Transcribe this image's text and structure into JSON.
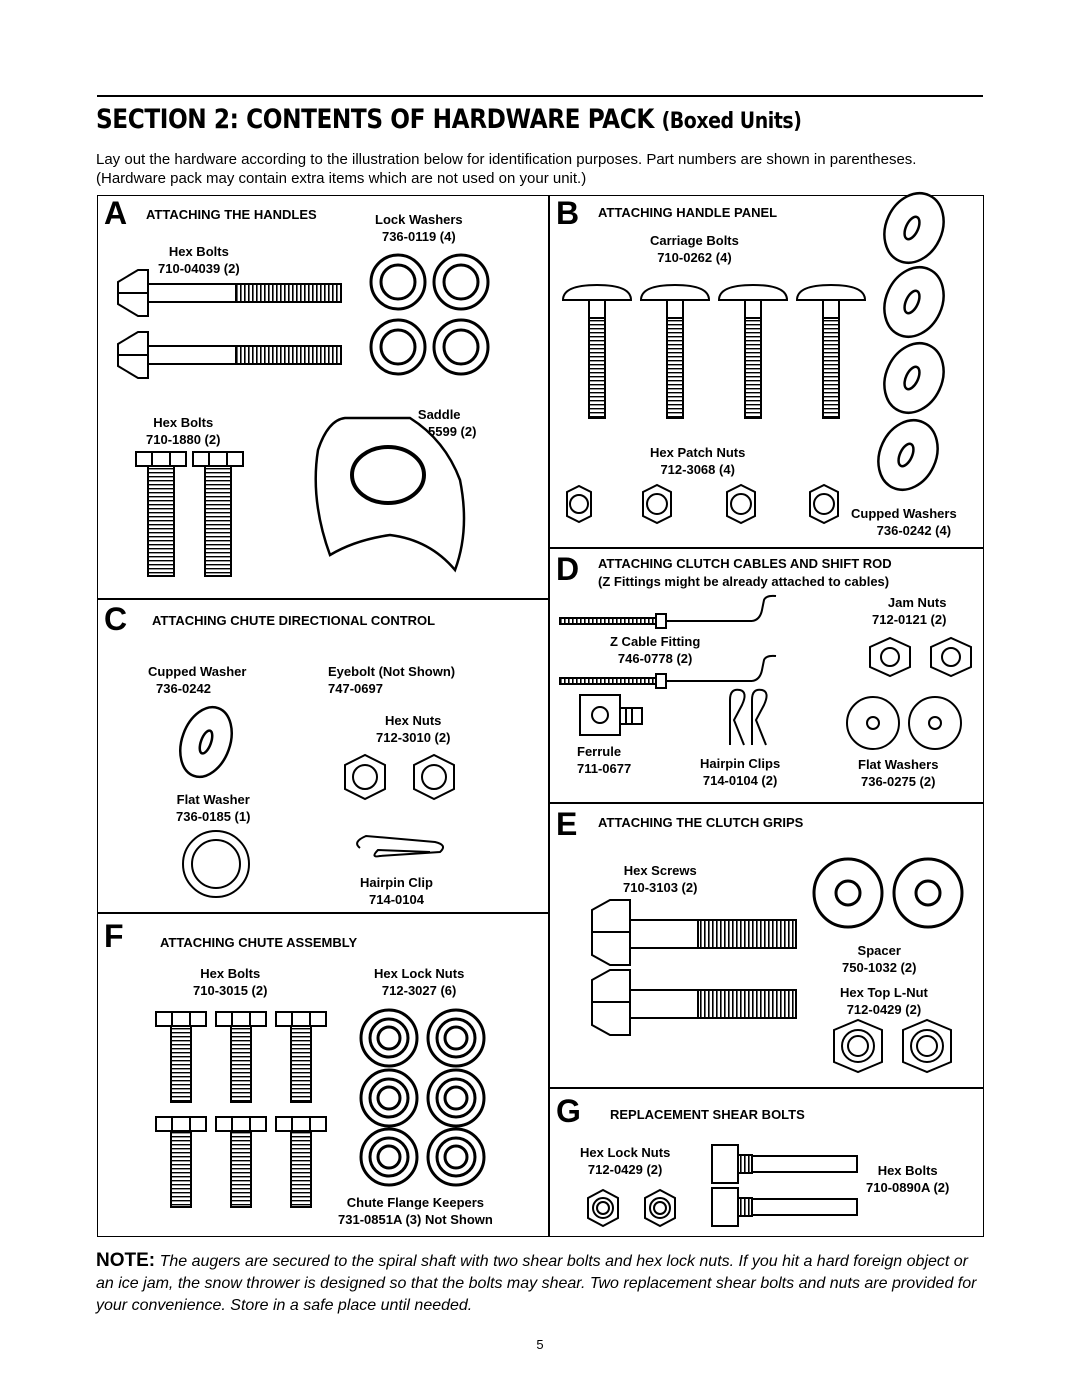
{
  "page": {
    "title_main": "SECTION 2: CONTENTS OF HARDWARE PACK",
    "title_sub": "(Boxed Units)",
    "intro": "Lay out the hardware according to the illustration below for identification purposes. Part numbers are shown in parentheses. (Hardware pack may contain extra items which are not used on your unit.)",
    "note_label": "NOTE:",
    "note_text": "The augers are secured to the spiral shaft with two shear bolts and hex lock nuts. If you hit a hard foreign object or an ice jam, the snow thrower is designed so that the bolts may shear. Two replacement shear bolts and nuts are provided for your convenience. Store in a safe place until needed.",
    "page_number": "5"
  },
  "sections": {
    "a": {
      "letter": "A",
      "heading": "ATTACHING THE HANDLES",
      "lock_washers": {
        "name": "Lock Washers",
        "part": "736-0119 (4)"
      },
      "hex_bolts_1": {
        "name": "Hex Bolts",
        "part": "710-04039 (2)"
      },
      "hex_bolts_2": {
        "name": "Hex Bolts",
        "part": "710-1880 (2)"
      },
      "saddle": {
        "name": "Saddle",
        "part": "784-5599 (2)"
      }
    },
    "b": {
      "letter": "B",
      "heading": "ATTACHING HANDLE PANEL",
      "carriage_bolts": {
        "name": "Carriage Bolts",
        "part": "710-0262 (4)"
      },
      "hex_patch_nuts": {
        "name": "Hex Patch Nuts",
        "part": "712-3068 (4)"
      },
      "cupped_washers": {
        "name": "Cupped Washers",
        "part": "736-0242 (4)"
      }
    },
    "c": {
      "letter": "C",
      "heading": "ATTACHING CHUTE DIRECTIONAL CONTROL",
      "cupped_washer": {
        "name": "Cupped Washer",
        "part": "736-0242"
      },
      "eyebolt": {
        "name": "Eyebolt (Not Shown)",
        "part": "747-0697"
      },
      "hex_nuts": {
        "name": "Hex Nuts",
        "part": "712-3010 (2)"
      },
      "flat_washer": {
        "name": "Flat Washer",
        "part": "736-0185 (1)"
      },
      "hairpin_clip": {
        "name": "Hairpin Clip",
        "part": "714-0104"
      }
    },
    "d": {
      "letter": "D",
      "heading": "ATTACHING CLUTCH CABLES AND SHIFT ROD",
      "subheading": "(Z Fittings might be already attached to cables)",
      "jam_nuts": {
        "name": "Jam Nuts",
        "part": "712-0121 (2)"
      },
      "z_cable": {
        "name": "Z Cable Fitting",
        "part": "746-0778 (2)"
      },
      "ferrule": {
        "name": "Ferrule",
        "part": "711-0677"
      },
      "hairpin_clips": {
        "name": "Hairpin Clips",
        "part": "714-0104 (2)"
      },
      "flat_washers": {
        "name": "Flat Washers",
        "part": "736-0275 (2)"
      }
    },
    "e": {
      "letter": "E",
      "heading": "ATTACHING THE CLUTCH GRIPS",
      "hex_screws": {
        "name": "Hex Screws",
        "part": "710-3103 (2)"
      },
      "spacer": {
        "name": "Spacer",
        "part": "750-1032 (2)"
      },
      "hex_top_lnut": {
        "name": "Hex Top L-Nut",
        "part": "712-0429 (2)"
      }
    },
    "f": {
      "letter": "F",
      "heading": "ATTACHING CHUTE ASSEMBLY",
      "hex_bolts": {
        "name": "Hex Bolts",
        "part": "710-3015 (2)"
      },
      "hex_lock_nuts": {
        "name": "Hex Lock Nuts",
        "part": "712-3027 (6)"
      },
      "flange_keepers": {
        "name": "Chute Flange Keepers",
        "part": "731-0851A (3) Not Shown"
      }
    },
    "g": {
      "letter": "G",
      "heading": "REPLACEMENT SHEAR BOLTS",
      "hex_lock_nuts": {
        "name": "Hex Lock Nuts",
        "part": "712-0429 (2)"
      },
      "hex_bolts": {
        "name": "Hex Bolts",
        "part": "710-0890A (2)"
      }
    }
  }
}
